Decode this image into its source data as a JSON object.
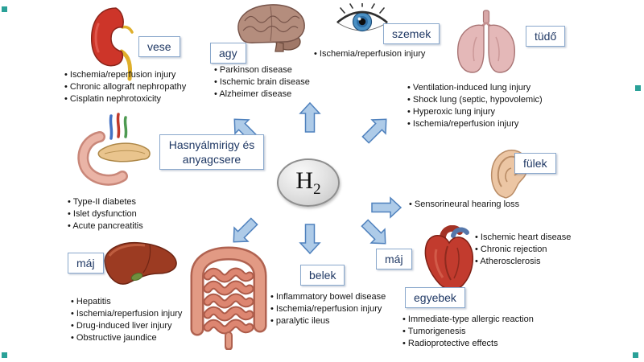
{
  "center": {
    "molecule": "H",
    "subscript": "2"
  },
  "sections": {
    "kidney": {
      "label": "vese",
      "items": [
        "Ischemia/reperfusion injury",
        "Chronic allograft nephropathy",
        "Cisplatin nephrotoxicity"
      ]
    },
    "brain": {
      "label": "agy",
      "items": [
        "Parkinson disease",
        "Ischemic brain disease",
        "Alzheimer disease"
      ]
    },
    "eyes": {
      "label": "szemek",
      "items": [
        "Ischemia/reperfusion injury"
      ]
    },
    "lungs": {
      "label": "tüdő",
      "items": [
        "Ventilation-induced lung injury",
        "Shock lung (septic, hypovolemic)",
        "Hyperoxic lung injury",
        "Ischemia/reperfusion injury"
      ]
    },
    "pancreas": {
      "label": "Hasnyálmirigy és anyagcsere",
      "items": [
        "Type-II diabetes",
        "Islet dysfunction",
        "Acute pancreatitis"
      ]
    },
    "ears": {
      "label": "fülek",
      "items": [
        "Sensorineural hearing loss"
      ]
    },
    "liver": {
      "label": "máj",
      "items": [
        "Hepatitis",
        "Ischemia/reperfusion injury",
        "Drug-induced liver injury",
        "Obstructive jaundice"
      ]
    },
    "intestines": {
      "label": "belek",
      "items": [
        "Inflammatory bowel disease",
        "Ischemia/reperfusion injury",
        "paralytic ileus"
      ]
    },
    "heart": {
      "label": "máj",
      "items": [
        "Ischemic heart disease",
        "Chronic rejection",
        "Atherosclerosis"
      ]
    },
    "others": {
      "label": "egyebek",
      "items": [
        "Immediate-type allergic reaction",
        "Tumorigenesis",
        "Radioprotective effects"
      ]
    }
  },
  "colors": {
    "label_border": "#8aa8cc",
    "label_text": "#1f3864",
    "arrow_fill": "#aecbe8",
    "arrow_stroke": "#4f81bd"
  }
}
